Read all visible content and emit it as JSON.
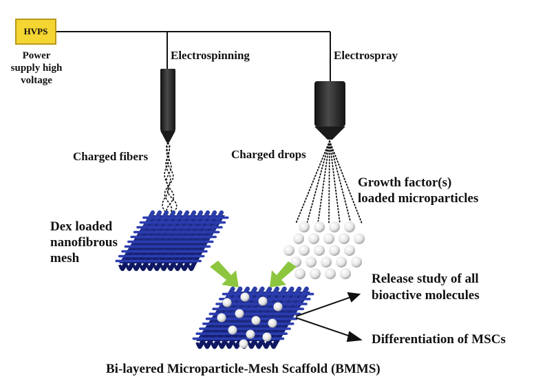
{
  "hvps": {
    "box_label": "HVPS",
    "caption_lines": [
      "Power",
      "supply high",
      "voltage"
    ]
  },
  "labels": {
    "electrospinning": "Electrospinning",
    "electrospray": "Electrospray",
    "charged_fibers": "Charged fibers",
    "charged_drops": "Charged drops",
    "growth_factor_line1": "Growth factor(s)",
    "growth_factor_line2": "loaded microparticles",
    "dex_line1": "Dex loaded",
    "dex_line2": "nanofibrous",
    "dex_line3": "mesh",
    "release_line1": "Release study of all",
    "release_line2": "bioactive molecules",
    "differentiation": "Differentiation of MSCs",
    "bmms_title": "Bi-layered Microparticle-Mesh Scaffold  (BMMS)"
  },
  "colors": {
    "hvps_fill": "#f5d531",
    "mesh_blue": "#1f2f8f",
    "mesh_dark": "#101a5c",
    "nozzle": "#2b2b2b",
    "arrow_green": "#8cc63f",
    "wire": "#111111"
  }
}
